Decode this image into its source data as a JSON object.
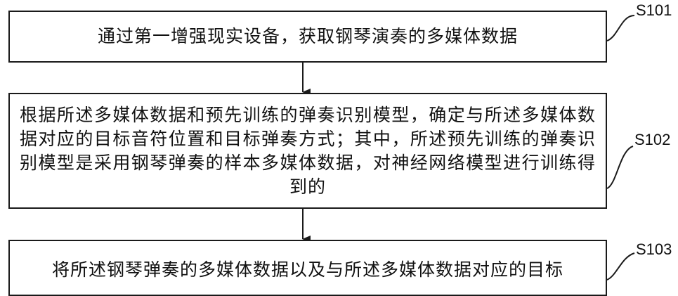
{
  "flowchart": {
    "steps": [
      {
        "label": "S101",
        "text": "通过第一增强现实设备，获取钢琴演奏的多媒体数据"
      },
      {
        "label": "S102",
        "text": "根据所述多媒体数据和预先训练的弹奏识别模型，确定与所述多媒体数据对应的目标音符位置和目标弹奏方式；其中，所述预先训练的弹奏识别模型是采用钢琴弹奏的样本多媒体数据，对神经网络模型进行训练得到的"
      },
      {
        "label": "S103",
        "text": "将所述钢琴弹奏的多媒体数据以及与所述多媒体数据对应的目标"
      }
    ]
  }
}
